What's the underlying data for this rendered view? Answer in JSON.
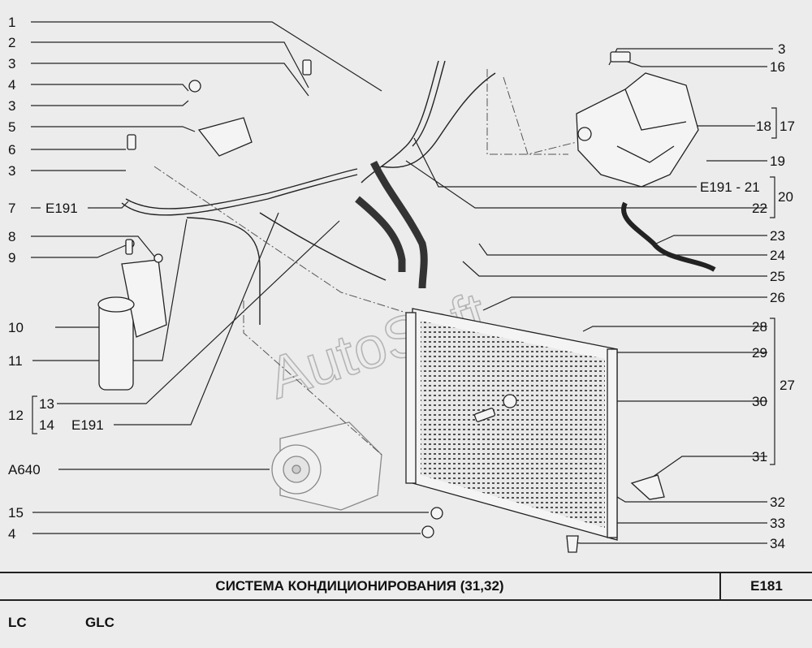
{
  "title": "СИСТЕМА   КОНДИЦИОНИРОВАНИЯ (31,32)",
  "code": "E181",
  "trims": [
    "LC",
    "GLC"
  ],
  "watermark": "AutoSoft",
  "left_labels": [
    "1",
    "2",
    "3",
    "4",
    "3",
    "5",
    "6",
    "3",
    "7",
    "8",
    "9",
    "10",
    "11",
    "12",
    "13",
    "14",
    "A640",
    "15",
    "4"
  ],
  "right_labels": [
    "3",
    "16",
    "18",
    "17",
    "19",
    "E191 - 21",
    "20",
    "22",
    "23",
    "24",
    "25",
    "26",
    "28",
    "29",
    "27",
    "30",
    "31",
    "32",
    "33",
    "34"
  ],
  "inline_labels": [
    "E191",
    "E191"
  ]
}
